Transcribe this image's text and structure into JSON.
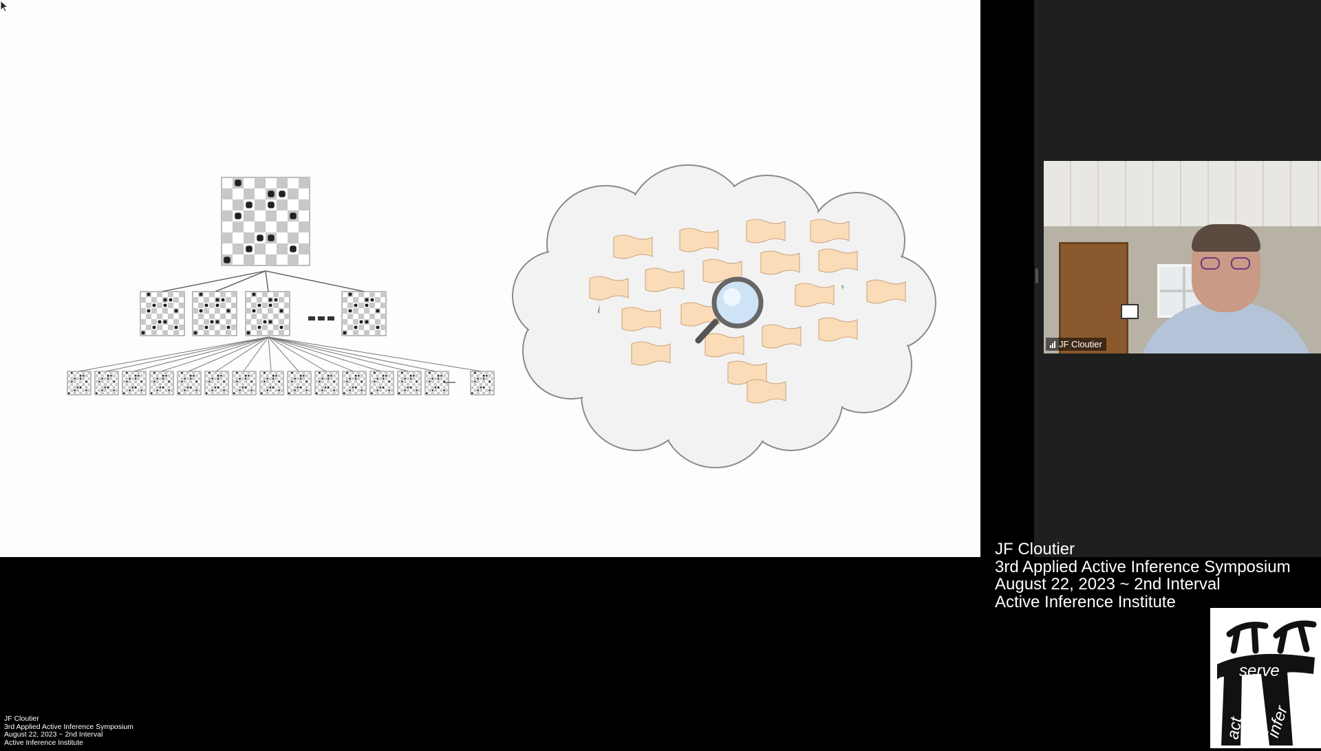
{
  "participant": {
    "name": "JF Cloutier"
  },
  "overlay": {
    "lines": [
      "JF Cloutier",
      "3rd Applied Active Inference Symposium",
      "August 22, 2023 ~ 2nd Interval",
      "Active Inference Institute"
    ]
  },
  "logo": {
    "words": [
      "serve",
      "act",
      "infer"
    ]
  },
  "icons": {
    "cursor": "arrow-cursor-icon",
    "magnifier": "magnifier-icon",
    "signal": "signal-bars-icon"
  }
}
